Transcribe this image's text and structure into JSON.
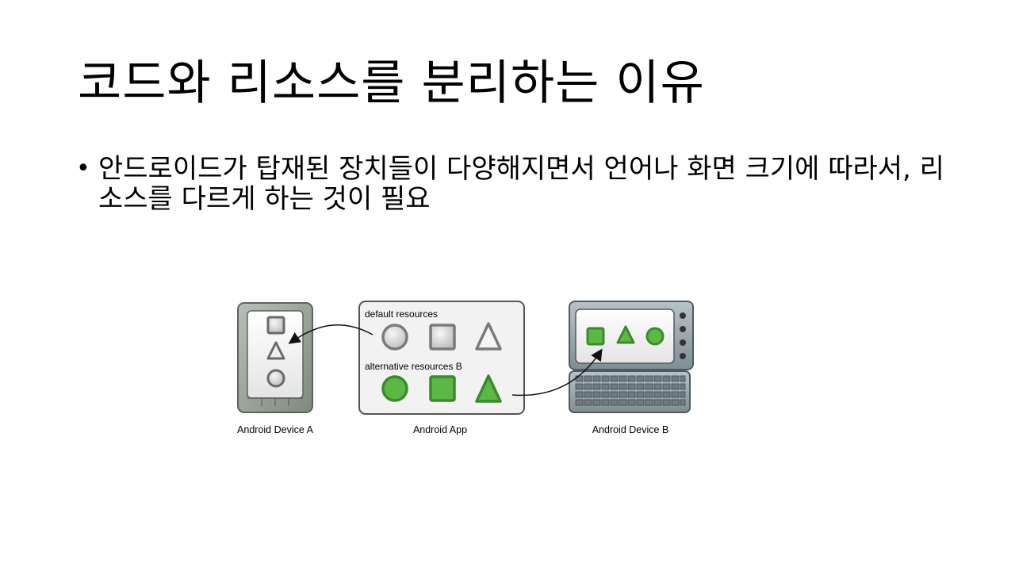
{
  "slide": {
    "title": "코드와 리소스를 분리하는 이유",
    "bullets": [
      "안드로이드가 탑재된 장치들이 다양해지면서 언어나 화면 크기에 따라서, 리소스를 다르게 하는 것이 필요"
    ]
  },
  "diagram": {
    "device_a_label": "Android Device A",
    "app_label": "Android App",
    "device_b_label": "Android Device B",
    "default_resources_label": "default resources",
    "alternative_resources_label": "alternative resources B",
    "colors": {
      "default_shape": "#8a8a8a",
      "alternative_shape": "#3d9a2b",
      "alternative_fill": "#5cb845",
      "device_body": "#8f9a8f",
      "panel": "#f2f2f2"
    }
  }
}
